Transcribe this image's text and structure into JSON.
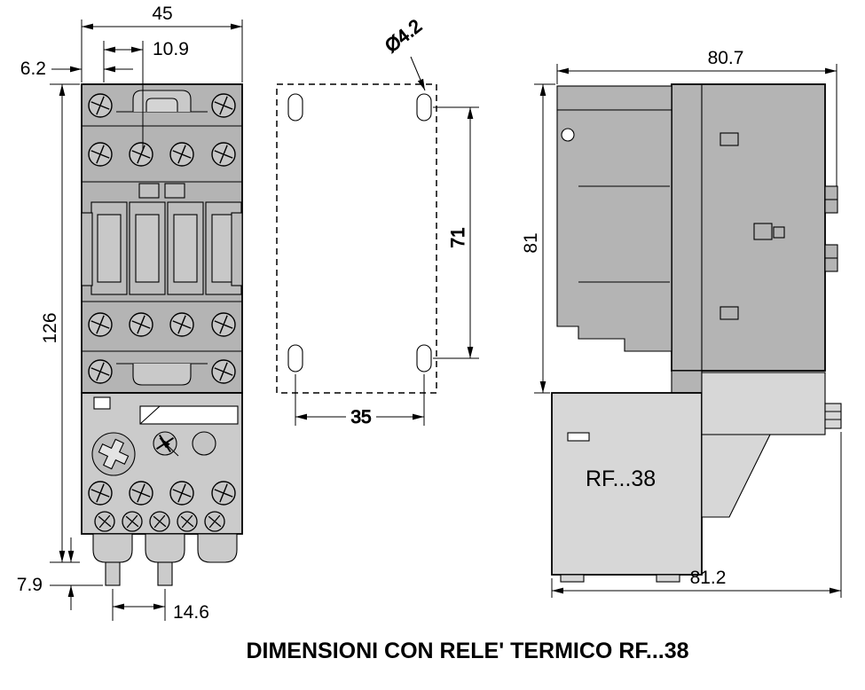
{
  "caption": "DIMENSIONI CON RELE' TERMICO RF...38",
  "colors": {
    "body_gray": "#b4b4b4",
    "relay_gray": "#cbcbcb",
    "line_black": "#000000",
    "background": "#ffffff"
  },
  "front_view": {
    "dims": {
      "overall_width": "45",
      "pole_offset": "10.9",
      "edge_offset": "6.2",
      "overall_height": "126",
      "foot_height": "7.9",
      "foot_pitch": "14.6"
    }
  },
  "mounting_view": {
    "dims": {
      "hole_diameter": "Ø4.2",
      "vertical_pitch": "71",
      "horizontal_pitch": "35"
    }
  },
  "side_view": {
    "label": "RF...38",
    "dims": {
      "top_width": "80.7",
      "height": "81",
      "bottom_width": "81.2"
    }
  }
}
